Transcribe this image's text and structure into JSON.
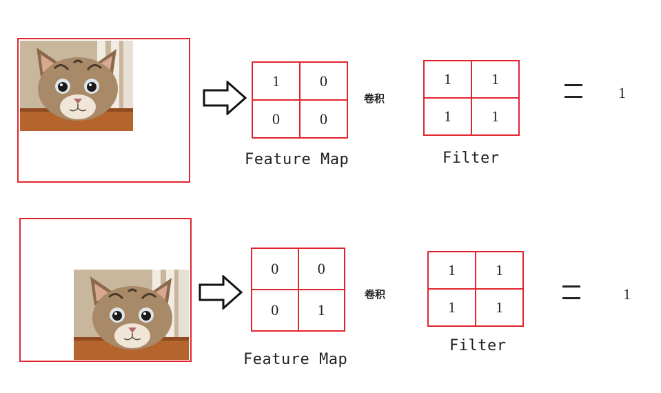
{
  "colors": {
    "frame": "#e0242c",
    "text": "#222222"
  },
  "rows": [
    {
      "feature_map": {
        "values": [
          "1",
          "0",
          "0",
          "0"
        ],
        "caption": "Feature Map"
      },
      "operation": "卷积",
      "filter": {
        "values": [
          "1",
          "1",
          "1",
          "1"
        ],
        "caption": "Filter"
      },
      "result": "1",
      "cat_position": "top-left"
    },
    {
      "feature_map": {
        "values": [
          "0",
          "0",
          "0",
          "1"
        ],
        "caption": "Feature Map"
      },
      "operation": "卷积",
      "filter": {
        "values": [
          "1",
          "1",
          "1",
          "1"
        ],
        "caption": "Filter"
      },
      "result": "1",
      "cat_position": "bottom-right"
    }
  ]
}
